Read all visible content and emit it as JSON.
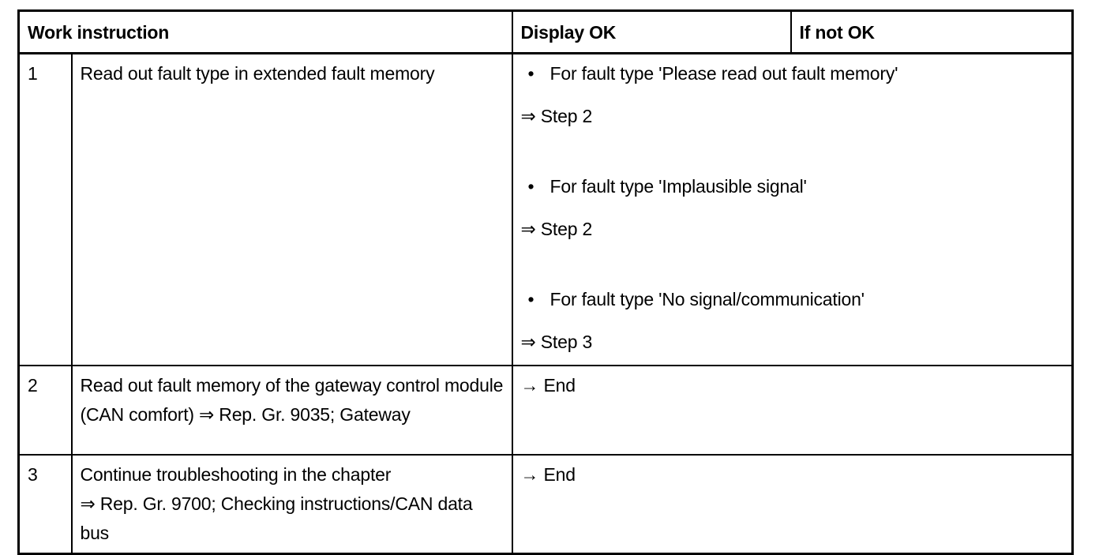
{
  "table": {
    "header": {
      "work_instruction": "Work instruction",
      "display_ok": "Display OK",
      "if_not_ok": "If not OK"
    },
    "rows": [
      {
        "step": "1",
        "instruction_lines": [
          "Read out fault type in extended fault memory"
        ],
        "display_ok": {
          "items": [
            {
              "bullet_icon": "•",
              "text": "For fault type 'Please read out fault memory'",
              "action": "⇒ Step 2"
            },
            {
              "bullet_icon": "•",
              "text": "For fault type 'Implausible signal'",
              "action": "⇒ Step 2"
            },
            {
              "bullet_icon": "•",
              "text": "For fault type 'No signal/communication'",
              "action": "⇒ Step 3"
            }
          ]
        }
      },
      {
        "step": "2",
        "instruction_lines": [
          "Read out fault memory of the gateway control module (CAN comfort) ⇒ Rep. Gr. 9035; Gateway"
        ],
        "display_ok": {
          "text": "→ End"
        }
      },
      {
        "step": "3",
        "instruction_lines": [
          "Continue troubleshooting in the chapter",
          "⇒ Rep. Gr. 9700; Checking instructions/CAN data bus"
        ],
        "display_ok": {
          "text": "→ End"
        }
      }
    ]
  }
}
